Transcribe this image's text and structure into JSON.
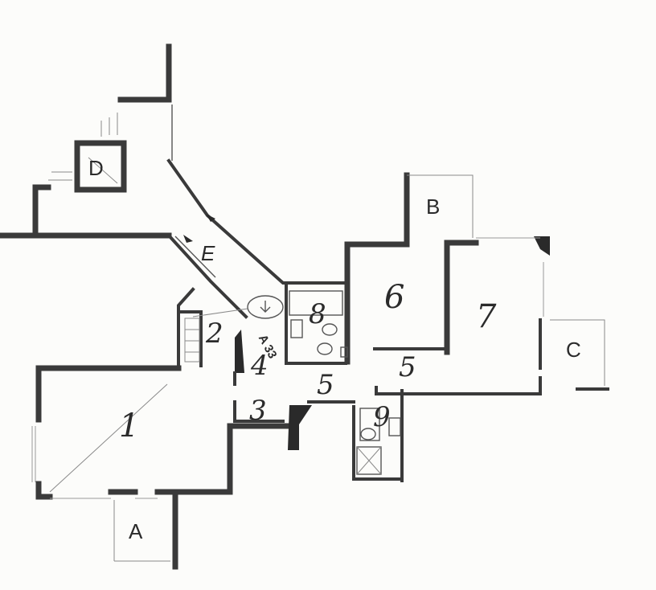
{
  "rooms": [
    {
      "id": "room-1",
      "label": "1"
    },
    {
      "id": "room-2",
      "label": "2"
    },
    {
      "id": "room-3",
      "label": "3"
    },
    {
      "id": "room-4",
      "label": "4"
    },
    {
      "id": "room-5a",
      "label": "5"
    },
    {
      "id": "room-5b",
      "label": "5"
    },
    {
      "id": "room-6",
      "label": "6"
    },
    {
      "id": "room-7",
      "label": "7"
    },
    {
      "id": "room-8",
      "label": "8"
    },
    {
      "id": "room-9",
      "label": "9"
    }
  ],
  "areas": [
    {
      "id": "area-a",
      "label": "A"
    },
    {
      "id": "area-b",
      "label": "B"
    },
    {
      "id": "area-c",
      "label": "C"
    },
    {
      "id": "area-d",
      "label": "D"
    },
    {
      "id": "area-e",
      "label": "E"
    }
  ],
  "stamp": "A 33"
}
